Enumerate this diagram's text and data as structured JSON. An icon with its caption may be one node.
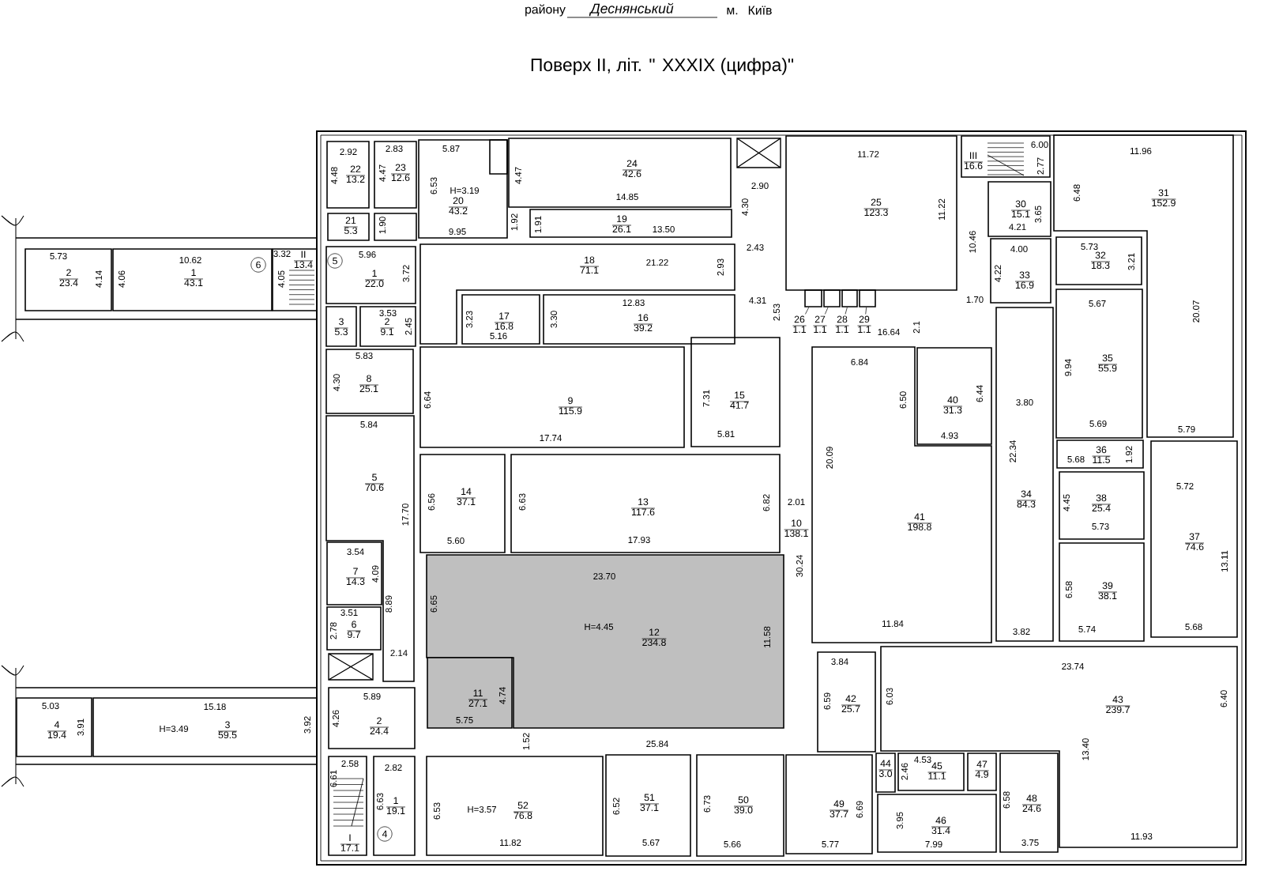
{
  "diagram": {
    "title": "Поверх II, літ. \" XXXIX (цифра)\"",
    "nodes": [
      {
        "text": [
          "2",
          "23.4"
        ]
      },
      {
        "text": [
          "1",
          "43.1"
        ]
      },
      {
        "text": [
          "II",
          "13.4"
        ]
      },
      {
        "text": [
          "22",
          "13.2"
        ]
      },
      {
        "text": [
          "23",
          "12.6"
        ]
      },
      {
        "text": [
          "21",
          "5.3"
        ]
      },
      {
        "text": [
          "20",
          "43.2"
        ]
      },
      {
        "text": [
          "24",
          "42.6"
        ]
      },
      {
        "text": [
          "19",
          "26.1"
        ]
      },
      {
        "text": [
          "25",
          "123.3"
        ]
      },
      {
        "text": [
          "III",
          "16.6"
        ]
      },
      {
        "text": [
          "31",
          "152.9"
        ]
      },
      {
        "text": [
          "30",
          "15.1"
        ]
      },
      {
        "text": [
          "1",
          "22.0"
        ]
      },
      {
        "text": [
          "18",
          "71.1"
        ]
      },
      {
        "text": [
          "33",
          "16.9"
        ]
      },
      {
        "text": [
          "32",
          "18.3"
        ]
      },
      {
        "text": [
          "3",
          "5.3"
        ]
      },
      {
        "text": [
          "2",
          "9.1"
        ]
      },
      {
        "text": [
          "17",
          "16.8"
        ]
      },
      {
        "text": [
          "16",
          "39.2"
        ]
      },
      {
        "text": [],
        "shape": "box"
      },
      {
        "text": [],
        "shape": "box"
      },
      {
        "text": [],
        "shape": "box"
      },
      {
        "text": [],
        "shape": "box"
      },
      {
        "text": [
          "26",
          "1.1"
        ]
      },
      {
        "text": [
          "27",
          "1.1"
        ]
      },
      {
        "text": [
          "28",
          "1.1"
        ]
      },
      {
        "text": [
          "29",
          "1.1"
        ]
      },
      {
        "text": [
          "8",
          "25.1"
        ]
      },
      {
        "text": [
          "9",
          "115.9"
        ]
      },
      {
        "text": [
          "15",
          "41.7"
        ]
      },
      {
        "text": [
          "40",
          "31.3"
        ]
      },
      {
        "text": [
          "35",
          "55.9"
        ]
      },
      {
        "text": [
          "41",
          "198.8"
        ]
      },
      {
        "text": [
          "34",
          "84.3"
        ]
      },
      {
        "text": [
          "36",
          "11.5"
        ]
      },
      {
        "text": [
          "5",
          "70.6"
        ]
      },
      {
        "text": [
          "14",
          "37.1"
        ]
      },
      {
        "text": [
          "13",
          "117.6"
        ]
      },
      {
        "text": [
          "10",
          "138.1"
        ]
      },
      {
        "text": [
          "38",
          "25.4"
        ]
      },
      {
        "text": [
          "37",
          "74.6"
        ]
      },
      {
        "text": [
          "7",
          "14.3"
        ]
      },
      {
        "text": [
          "39",
          "38.1"
        ]
      },
      {
        "text": [
          "6",
          "9.7"
        ]
      },
      {
        "text": [
          "12",
          "234.8"
        ]
      },
      {
        "text": [
          "11",
          "27.1"
        ]
      },
      {
        "text": [
          "43",
          "239.7"
        ]
      },
      {
        "text": [
          "42",
          "25.7"
        ]
      },
      {
        "text": [
          "4",
          "19.4"
        ]
      },
      {
        "text": [
          "3",
          "59.5"
        ]
      },
      {
        "text": [
          "2",
          "24.4"
        ]
      },
      {
        "text": [
          "I",
          "17.1"
        ]
      },
      {
        "text": [
          "1",
          "19.1"
        ]
      },
      {
        "text": [
          "52",
          "76.8"
        ]
      },
      {
        "text": [
          "51",
          "37.1"
        ]
      },
      {
        "text": [
          "50",
          "39.0"
        ]
      },
      {
        "text": [
          "49",
          "37.7"
        ]
      },
      {
        "text": [
          "44",
          "3.0"
        ]
      },
      {
        "text": [
          "45",
          "11.1"
        ]
      },
      {
        "text": [
          "47",
          "4.9"
        ]
      },
      {
        "text": [
          "46",
          "31.4"
        ]
      },
      {
        "text": [
          "48",
          "24.6"
        ]
      }
    ],
    "edges": [
      {
        "from": 25,
        "to": 21,
        "arrow": "none"
      },
      {
        "from": 26,
        "to": 22,
        "arrow": "none"
      },
      {
        "from": 27,
        "to": 23,
        "arrow": "none"
      },
      {
        "from": 28,
        "to": 24,
        "arrow": "none"
      }
    ],
    "labels": [
      "району",
      "Деснянський",
      "м.",
      "Київ",
      "2.92",
      "4.48",
      "2.83",
      "4.47",
      "1.90",
      "5.73",
      "4.14",
      "4.06",
      "10.62",
      "3.32",
      "4.05",
      "5.96",
      "3.72",
      "3.53",
      "2.45",
      "5.83",
      "4.30",
      "5.84",
      "17.70",
      "3.54",
      "4.09",
      "8.89",
      "3.51",
      "2.78",
      "2.14",
      "5.03",
      "3.91",
      "15.18",
      "H=3.49",
      "3.92",
      "5.89",
      "4.26",
      "2.58",
      "6.61",
      "2.82",
      "6.63",
      "5.87",
      "6.53",
      "H=3.19",
      "9.95",
      "1.92",
      "4.47",
      "14.85",
      "1.91",
      "13.50",
      "2.90",
      "4.30",
      "2.43",
      "21.22",
      "2.93",
      "12.83",
      "4.31",
      "2.53",
      "3.23",
      "5.16",
      "3.30",
      "6.64",
      "17.74",
      "7.31",
      "5.81",
      "2.01",
      "11.72",
      "11.22",
      "6.00",
      "2.77",
      "11.96",
      "6.48",
      "10.46",
      "3.65",
      "4.21",
      "5.73",
      "3.21",
      "4.00",
      "4.22",
      "1.70",
      "16.64",
      "2.1",
      "20.07",
      "5.67",
      "6.84",
      "6.50",
      "6.44",
      "4.93",
      "3.80",
      "9.94",
      "5.69",
      "5.79",
      "20.09",
      "22.34",
      "5.68",
      "1.92",
      "5.72",
      "6.56",
      "5.60",
      "6.63",
      "6.82",
      "17.93",
      "30.24",
      "4.45",
      "5.73",
      "13.11",
      "23.70",
      "6.65",
      "H=4.45",
      "11.58",
      "11.84",
      "3.82",
      "6.58",
      "5.74",
      "5.68",
      "4.74",
      "5.75",
      "3.84",
      "6.59",
      "6.03",
      "23.74",
      "6.40",
      "1.52",
      "25.84",
      "13.40",
      "4.53",
      "2.46",
      "6.53",
      "H=3.57",
      "6.52",
      "6.73",
      "6.69",
      "3.95",
      "6.58",
      "11.82",
      "5.67",
      "5.66",
      "5.77",
      "7.99",
      "3.75",
      "11.93",
      "6",
      "5",
      "4"
    ]
  }
}
